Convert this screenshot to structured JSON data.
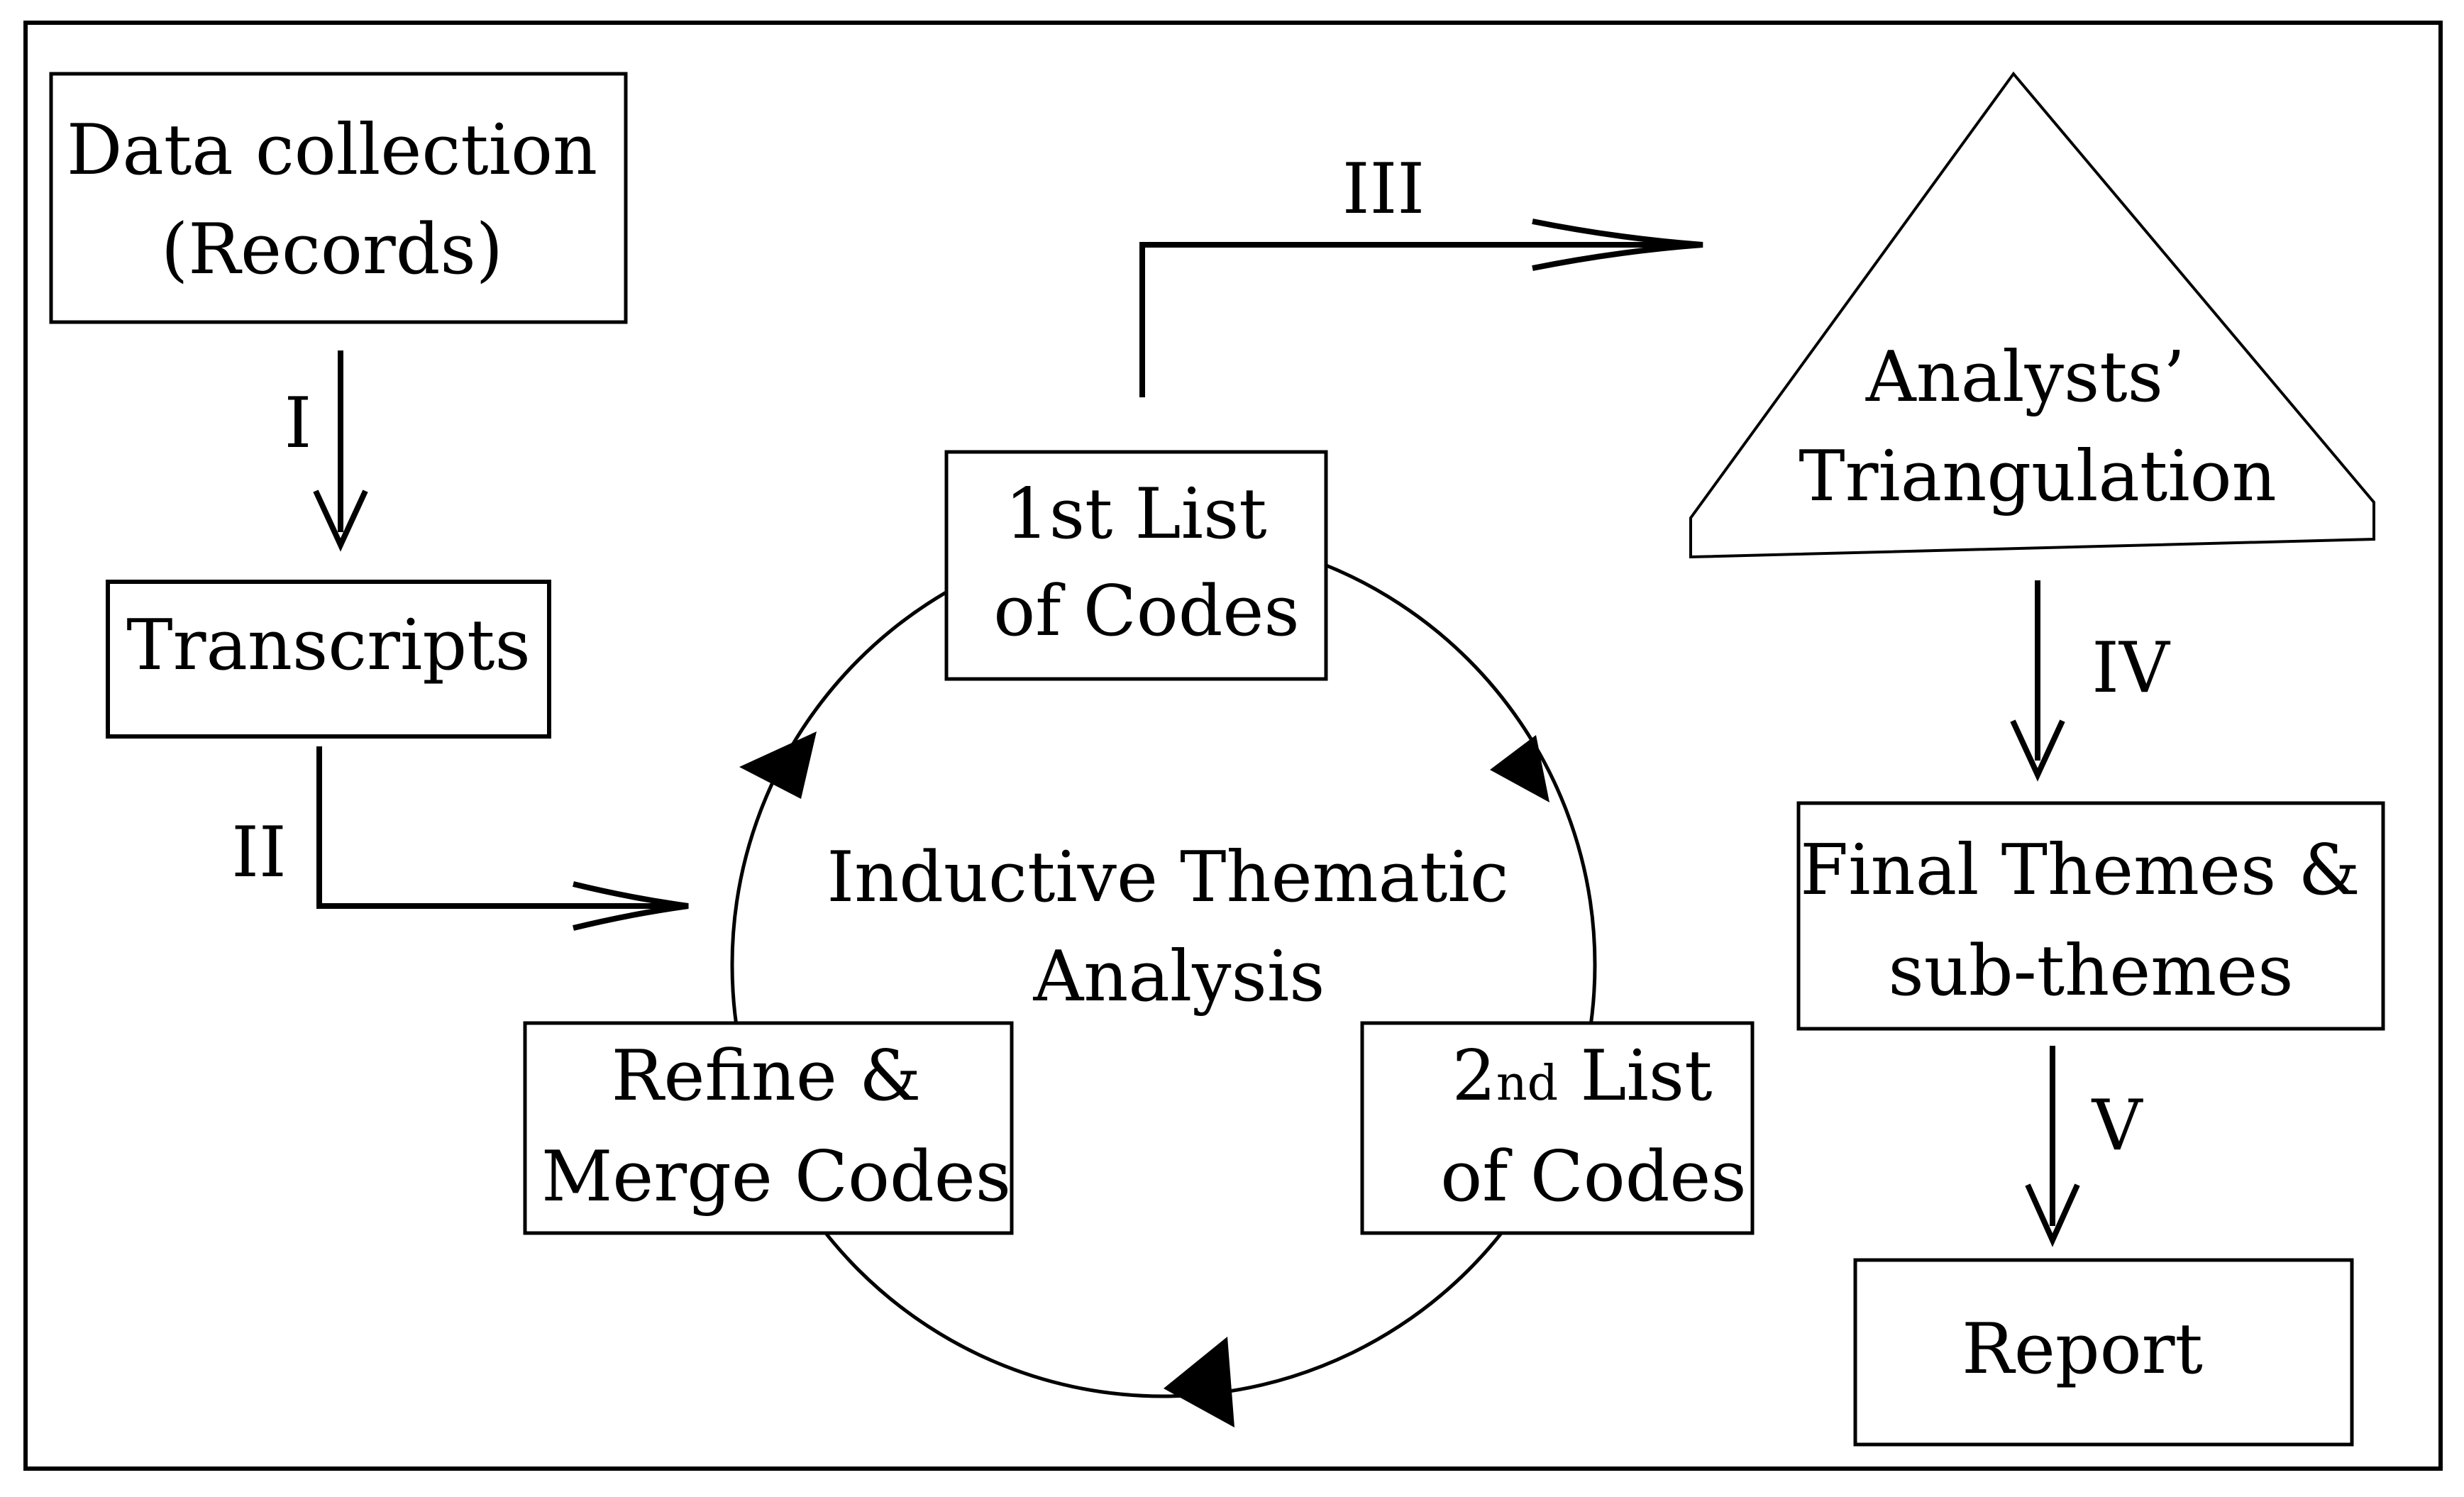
{
  "nodes": {
    "data_collection": {
      "line1": "Data collection",
      "line2": "(Records)"
    },
    "transcripts": {
      "label": "Transcripts"
    },
    "first_list": {
      "line1": "1st List",
      "line2": "of Codes"
    },
    "second_list": {
      "line1_num": "2",
      "line1_sup": "nd",
      "line1_rest": " List",
      "line2": "of Codes"
    },
    "refine_merge": {
      "line1": "Refine &",
      "line2": "Merge Codes"
    },
    "center": {
      "line1": "Inductive Thematic",
      "line2": "Analysis"
    },
    "triangulation": {
      "line1": "Analysts’",
      "line2": "Triangulation"
    },
    "final_themes": {
      "line1": "Final Themes &",
      "line2": "sub-themes"
    },
    "report": {
      "label": "Report"
    }
  },
  "steps": {
    "i": "I",
    "ii": "II",
    "iii": "III",
    "iv": "IV",
    "v": "V"
  },
  "colors": {
    "stroke": "#000000",
    "background": "#ffffff"
  }
}
